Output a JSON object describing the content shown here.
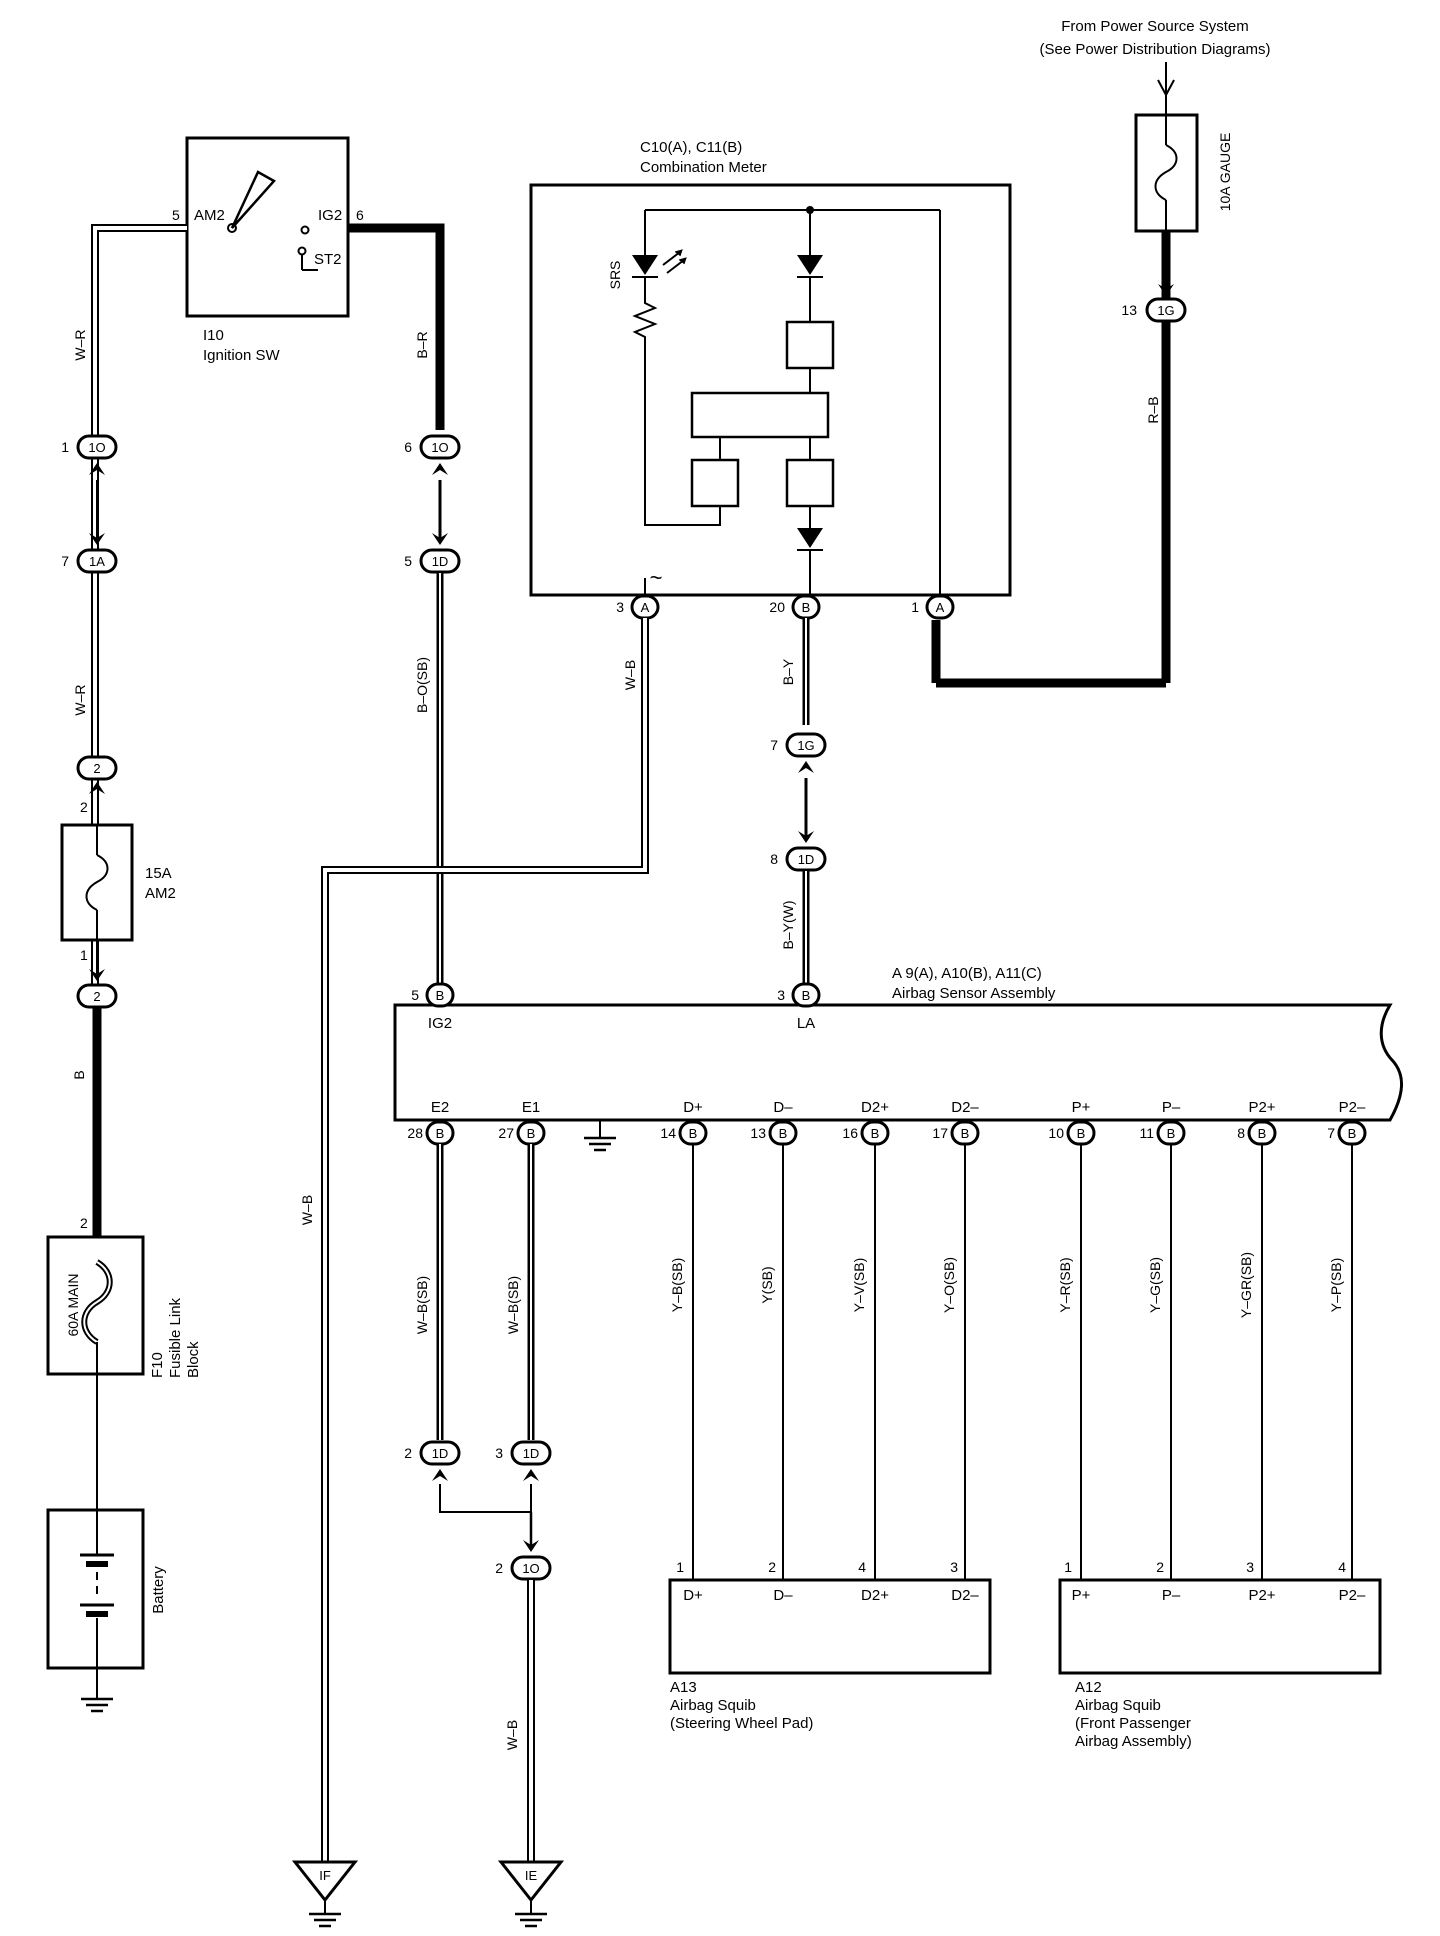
{
  "header": {
    "power_line1": "From Power Source System",
    "power_line2": "(See Power Distribution Diagrams)"
  },
  "ignition": {
    "id": "I10",
    "name": "Ignition SW",
    "am2": "AM2",
    "ig2": "IG2",
    "st2": "ST2",
    "pin_am2": "5",
    "pin_ig2": "6"
  },
  "meter": {
    "id": "C10(A), C11(B)",
    "name": "Combination Meter",
    "srs": "SRS",
    "pin3": "3",
    "pin20": "20",
    "pin1": "1",
    "conn_a": "A",
    "conn_b": "B",
    "tilde": "~"
  },
  "gauge_fuse": {
    "label": "10A GAUGE"
  },
  "am2_fuse": {
    "label1": "15A",
    "label2": "AM2",
    "pin_top": "2",
    "pin_bottom": "1"
  },
  "main_fuse": {
    "label": "60A MAIN",
    "id": "F10",
    "name1": "Fusible Link",
    "name2": "Block",
    "pin": "2"
  },
  "battery": {
    "label": "Battery"
  },
  "connectors": {
    "c1O_top": {
      "pin": "1",
      "code": "1O"
    },
    "c1A": {
      "pin": "7",
      "code": "1A"
    },
    "c2_top": {
      "code": "2"
    },
    "c2_bottom": {
      "code": "2"
    },
    "c6_1O": {
      "pin": "6",
      "code": "1O"
    },
    "c5_1D": {
      "pin": "5",
      "code": "1D"
    },
    "c13_1G": {
      "pin": "13",
      "code": "1G"
    },
    "c7_1G": {
      "pin": "7",
      "code": "1G"
    },
    "c8_1D": {
      "pin": "8",
      "code": "1D"
    },
    "c2_1D": {
      "pin": "2",
      "code": "1D"
    },
    "c3_1D": {
      "pin": "3",
      "code": "1D"
    },
    "c2_1O": {
      "pin": "2",
      "code": "1O"
    }
  },
  "wires": {
    "w_r_1": "W–R",
    "w_r_2": "W–R",
    "b_r": "B–R",
    "b": "B",
    "b_o_sb": "B–O(SB)",
    "w_b_meter": "W–B",
    "b_y": "B–Y",
    "b_y_w": "B–Y(W)",
    "r_b": "R–B",
    "w_b_left": "W–B",
    "w_b_sb_1": "W–B(SB)",
    "w_b_sb_2": "W–B(SB)",
    "w_b_bottom": "W–B"
  },
  "sensor": {
    "id": "A 9(A), A10(B), A11(C)",
    "name": "Airbag Sensor Assembly",
    "ig2": "IG2",
    "la": "LA",
    "pin_ig2": "5",
    "pin_la": "3",
    "conn": "B",
    "bottom_pins": [
      {
        "term": "E2",
        "pin": "28"
      },
      {
        "term": "E1",
        "pin": "27"
      },
      {
        "term": "D+",
        "pin": "14"
      },
      {
        "term": "D–",
        "pin": "13"
      },
      {
        "term": "D2+",
        "pin": "16"
      },
      {
        "term": "D2–",
        "pin": "17"
      },
      {
        "term": "P+",
        "pin": "10"
      },
      {
        "term": "P–",
        "pin": "11"
      },
      {
        "term": "P2+",
        "pin": "8"
      },
      {
        "term": "P2–",
        "pin": "7"
      }
    ],
    "squib_wires": [
      "Y–B(SB)",
      "Y(SB)",
      "Y–V(SB)",
      "Y–O(SB)",
      "Y–R(SB)",
      "Y–G(SB)",
      "Y–GR(SB)",
      "Y–P(SB)"
    ]
  },
  "squib_a13": {
    "id": "A13",
    "name1": "Airbag Squib",
    "name2": "(Steering Wheel Pad)",
    "pins": [
      {
        "num": "1",
        "term": "D+"
      },
      {
        "num": "2",
        "term": "D–"
      },
      {
        "num": "4",
        "term": "D2+"
      },
      {
        "num": "3",
        "term": "D2–"
      }
    ]
  },
  "squib_a12": {
    "id": "A12",
    "name1": "Airbag Squib",
    "name2": "(Front Passenger",
    "name3": "Airbag Assembly)",
    "pins": [
      {
        "num": "1",
        "term": "P+"
      },
      {
        "num": "2",
        "term": "P–"
      },
      {
        "num": "3",
        "term": "P2+"
      },
      {
        "num": "4",
        "term": "P2–"
      }
    ]
  },
  "grounds": {
    "if": "IF",
    "ie": "IE"
  }
}
